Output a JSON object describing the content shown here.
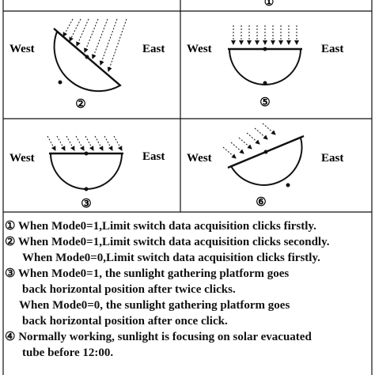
{
  "labels": {
    "west": "West",
    "east": "East"
  },
  "panels": [
    {
      "id": "2",
      "number": "②"
    },
    {
      "id": "5",
      "number": "⑤"
    },
    {
      "id": "3",
      "number": "③"
    },
    {
      "id": "6",
      "number": "⑥"
    }
  ],
  "top_partial_number": "①",
  "notes": [
    {
      "text": "① When Mode0=1,Limit switch data acquisition clicks firstly."
    },
    {
      "text": "② When Mode0=1,Limit switch data acquisition clicks secondly."
    },
    {
      "text": "When Mode0=0,Limit switch  data acquisition clicks firstly."
    },
    {
      "text": "③ When Mode0=1, the sunlight gathering platform goes"
    },
    {
      "text": "back horizontal position after twice clicks."
    },
    {
      "text": "When Mode0=0, the sunlight gathering platform goes"
    },
    {
      "text": "back horizontal position after once click."
    },
    {
      "text": "④ Normally working, sunlight is focusing on solar evacuated"
    },
    {
      "text": "tube before 12:00."
    }
  ]
}
